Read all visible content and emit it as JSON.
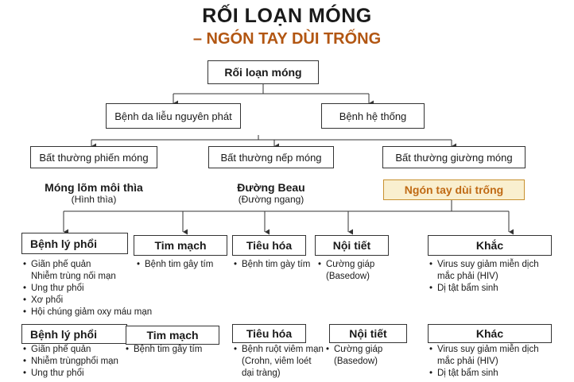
{
  "title": {
    "line1": "RỐI LOẠN MÓNG",
    "line2": "– NGÓN TAY DÙI TRỐNG"
  },
  "root": "Rối loạn móng",
  "level2": [
    "Bệnh da liễu nguyên phát",
    "Bệnh hệ thống"
  ],
  "level3": [
    "Bất thường phiến móng",
    "Bất thường nếp móng",
    "Bất thường giường móng"
  ],
  "examples": [
    {
      "main": "Móng lõm môi thìa",
      "sub": "(Hình thìa)"
    },
    {
      "main": "Đường Beau",
      "sub": "(Đường ngang)"
    },
    {
      "main": "Ngón tay dùi trống",
      "sub": ""
    }
  ],
  "groups1": [
    {
      "title": "Bệnh lý phổi",
      "items": [
        "Giãn phế quản\nNhiễm trùng nối mạn",
        "Ung thư phổi",
        "Xơ phổi",
        "Hội chúng giảm oxy máu mạn"
      ]
    },
    {
      "title": "Tim mạch",
      "items": [
        "Bệnh tim gây tím"
      ]
    },
    {
      "title": "Tiêu hóa",
      "items": [
        "Bệnh tim gày tím"
      ]
    },
    {
      "title": "Nội tiết",
      "items": [
        "Cường giáp\n(Basedow)"
      ]
    },
    {
      "title": "Khắc",
      "items": [
        "Virus suy giảm miễn dịch\nmắc phải (HIV)",
        "Dị tật bẩm sinh"
      ]
    }
  ],
  "groups2": [
    {
      "title": "Bệnh lý phổi",
      "items": [
        "Giãn phế quản",
        "Nhiễm trùngphổi mạn",
        "Ung thư phổi"
      ]
    },
    {
      "title": "Tim mạch",
      "items": [
        "Bệnh tim gây tím"
      ]
    },
    {
      "title": "Tiêu hóa",
      "items": [
        "Bệnh ruột viêm mạn\n(Crohn, viêm loét\ndại tràng)"
      ]
    },
    {
      "title": "Nội tiết",
      "items": [
        "Cường giáp\n(Basedow)"
      ]
    },
    {
      "title": "Khác",
      "items": [
        "Virus suy giảm miễn dịch\nmắc phải (HIV)",
        "Dị tật bẩm sinh"
      ]
    }
  ]
}
